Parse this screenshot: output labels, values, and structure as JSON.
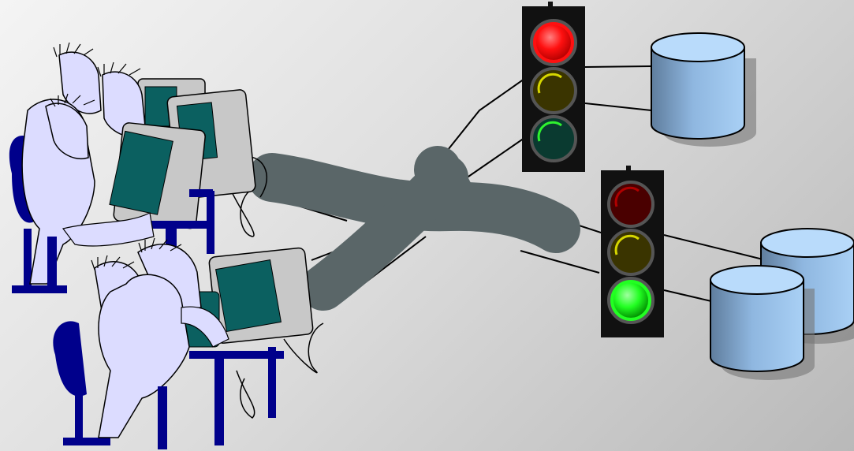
{
  "scene": {
    "users": [
      "user",
      "user",
      "user",
      "user",
      "user"
    ],
    "traffic_lights": [
      {
        "active": "red"
      },
      {
        "active": "green"
      }
    ],
    "databases": [
      "database",
      "database",
      "database"
    ]
  },
  "colors": {
    "background_light": "#f4f4f4",
    "background_dark": "#b9b9b9",
    "pipe": "#5a6668",
    "user_body": "#dcdcff",
    "chair": "#00008b",
    "monitor_case": "#c8c8c8",
    "screen": "#0b6060",
    "light_housing": "#111111",
    "red_on": "#ff1010",
    "green_on": "#22ff22",
    "db_fill": "#8fb7e0"
  }
}
